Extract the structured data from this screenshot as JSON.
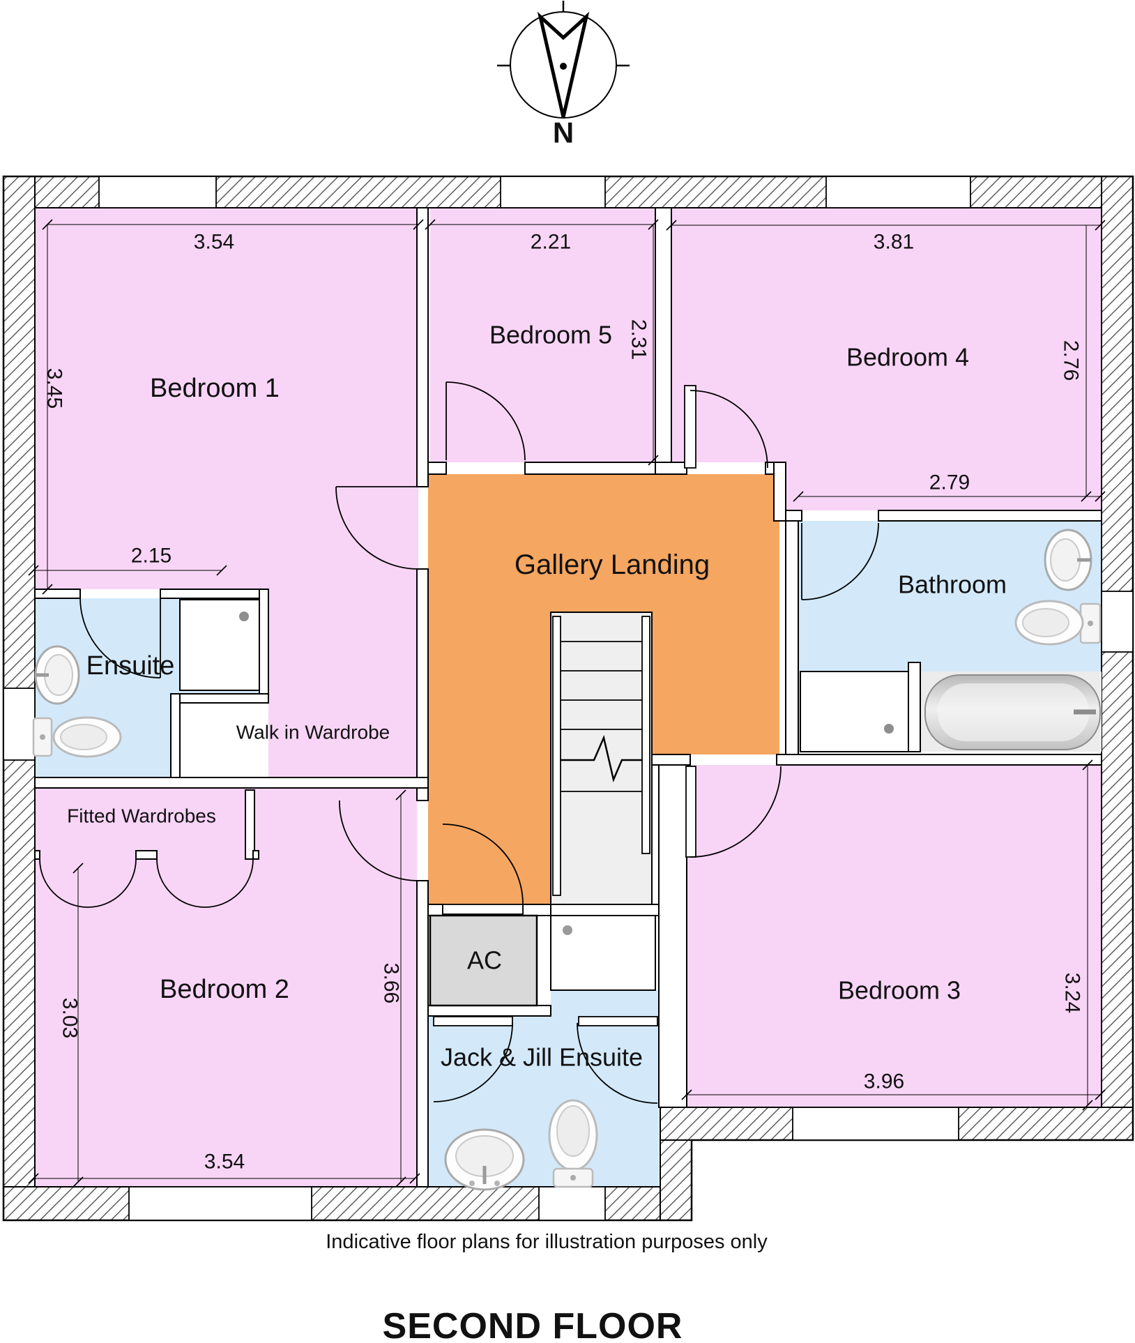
{
  "page": {
    "caption": "Indicative floor plans for illustration purposes only",
    "title": "SECOND FLOOR"
  },
  "compass": {
    "north_label": "N"
  },
  "rooms": {
    "bedroom1": "Bedroom 1",
    "bedroom2": "Bedroom 2",
    "bedroom3": "Bedroom 3",
    "bedroom4": "Bedroom 4",
    "bedroom5": "Bedroom 5",
    "gallery_landing": "Gallery Landing",
    "bathroom": "Bathroom",
    "ensuite": "Ensuite",
    "walk_in_wardrobe": "Walk in Wardrobe",
    "fitted_wardrobes": "Fitted Wardrobes",
    "ac": "AC",
    "jack_jill": "Jack & Jill Ensuite"
  },
  "dimensions": {
    "bedroom1_top": "3.54",
    "bedroom1_left": "3.45",
    "bedroom1_inner": "2.15",
    "bedroom5_top": "2.21",
    "bedroom5_right": "2.31",
    "bedroom4_top": "3.81",
    "bedroom4_right": "2.76",
    "bedroom4_bottom": "2.79",
    "bedroom2_left": "3.03",
    "bedroom2_right": "3.66",
    "bedroom2_bottom": "3.54",
    "bedroom3_right": "3.24",
    "bedroom3_bottom": "3.96"
  },
  "colors": {
    "room_pink": "#F8D5F6",
    "landing_orange": "#F5A660",
    "bath_blue": "#D3E9FA",
    "ac_gray": "#D9D9D9",
    "stair_gray": "#EFEFEF"
  }
}
